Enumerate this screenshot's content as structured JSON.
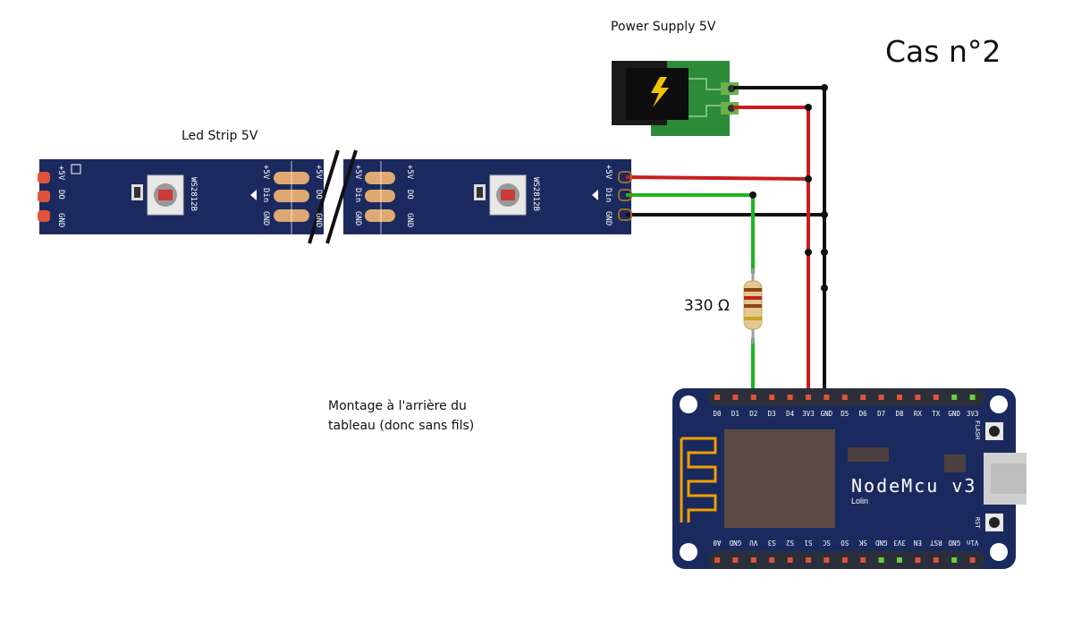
{
  "title": "Cas n°2",
  "power_supply": {
    "label": "Power Supply 5V"
  },
  "led_strip": {
    "label": "Led Strip 5V",
    "chip_label": "WS2812B",
    "pad_labels": [
      "+5V",
      "DO",
      "GND"
    ],
    "pad_labels_in": [
      "+5V",
      "Din",
      "GND"
    ]
  },
  "resistor": {
    "label": "330 Ω"
  },
  "note": {
    "line1": "Montage à l'arrière du",
    "line2": "tableau (donc sans fils)"
  },
  "nodemcu": {
    "name": "NodeMcu v3",
    "sub": "Lolin",
    "flash_label": "FLASH",
    "rst_label": "RST",
    "top_pins": [
      "D0",
      "D1",
      "D2",
      "D3",
      "D4",
      "3V3",
      "GND",
      "D5",
      "D6",
      "D7",
      "D8",
      "RX",
      "TX",
      "GND",
      "3V3"
    ],
    "bottom_pins": [
      "A0",
      "GND",
      "VU",
      "S3",
      "S2",
      "S1",
      "SC",
      "SO",
      "SK",
      "GND",
      "3V3",
      "EN",
      "RST",
      "GND",
      "Vin"
    ]
  },
  "colors": {
    "wire_red": "#c81e1e",
    "wire_black": "#111111",
    "wire_green": "#1fb51f",
    "board_blue": "#1b2a5e",
    "pcb_green": "#2e8b3a"
  }
}
